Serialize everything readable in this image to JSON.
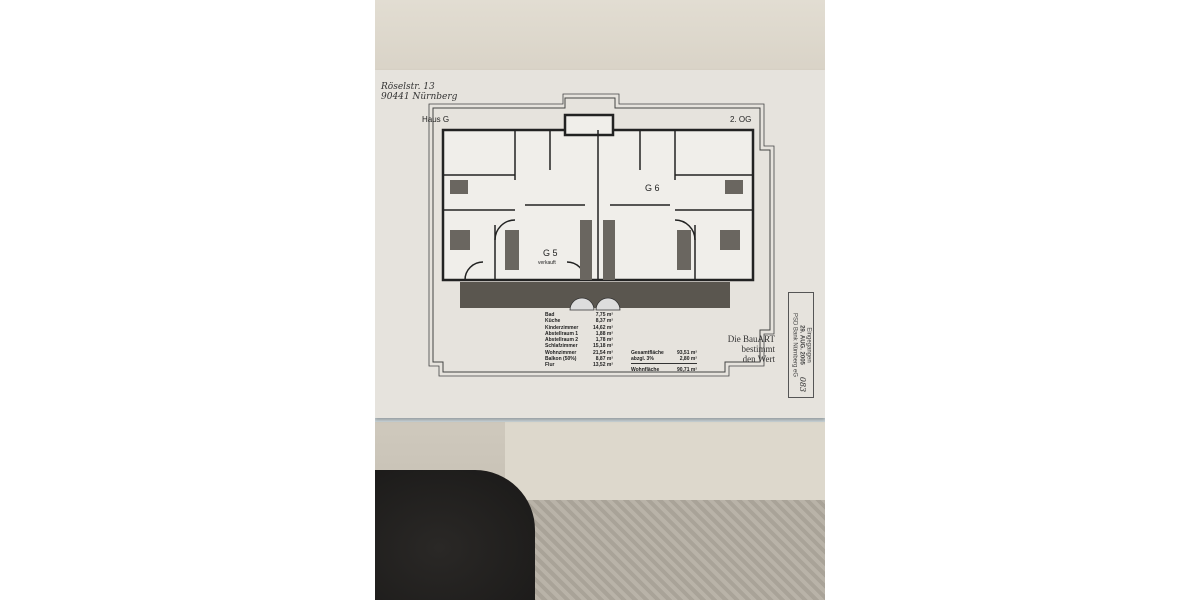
{
  "handwriting": {
    "line1": "Röselstr. 13",
    "line2": "90441 Nürnberg"
  },
  "plan": {
    "house": "Haus G",
    "floor": "2. OG",
    "unit_left": "G 5",
    "unit_left_note": "verkauft",
    "unit_right": "G 6"
  },
  "areas": [
    {
      "room": "Bad",
      "value": "7,75 m²"
    },
    {
      "room": "Küche",
      "value": "8,37 m²"
    },
    {
      "room": "Kinderzimmer",
      "value": "14,62 m²"
    },
    {
      "room": "Abstellraum 1",
      "value": "1,88 m²"
    },
    {
      "room": "Abstellraum 2",
      "value": "1,78 m²"
    },
    {
      "room": "Schlafzimmer",
      "value": "15,18 m²"
    },
    {
      "room": "Wohnzimmer",
      "value": "21,54 m²"
    },
    {
      "room": "Balkon (50%)",
      "value": "8,87 m²"
    },
    {
      "room": "Flur",
      "value": "13,52 m²"
    }
  ],
  "totals": [
    {
      "label": "Gesamtfläche",
      "value": "93,51 m²"
    },
    {
      "label": "abzgl. 3%",
      "value": "2,80 m²"
    },
    {
      "label": "Wohnfläche",
      "value": "90,71 m²"
    }
  ],
  "brand": {
    "line1": "Die BauART",
    "line2": "bestimmt",
    "line3": "den Wert"
  },
  "stamp": {
    "line1": "Eingegangen",
    "line2": "29. AUG. 2005",
    "line3": "PSD Bank Nürnberg eG"
  },
  "page_number": "083"
}
